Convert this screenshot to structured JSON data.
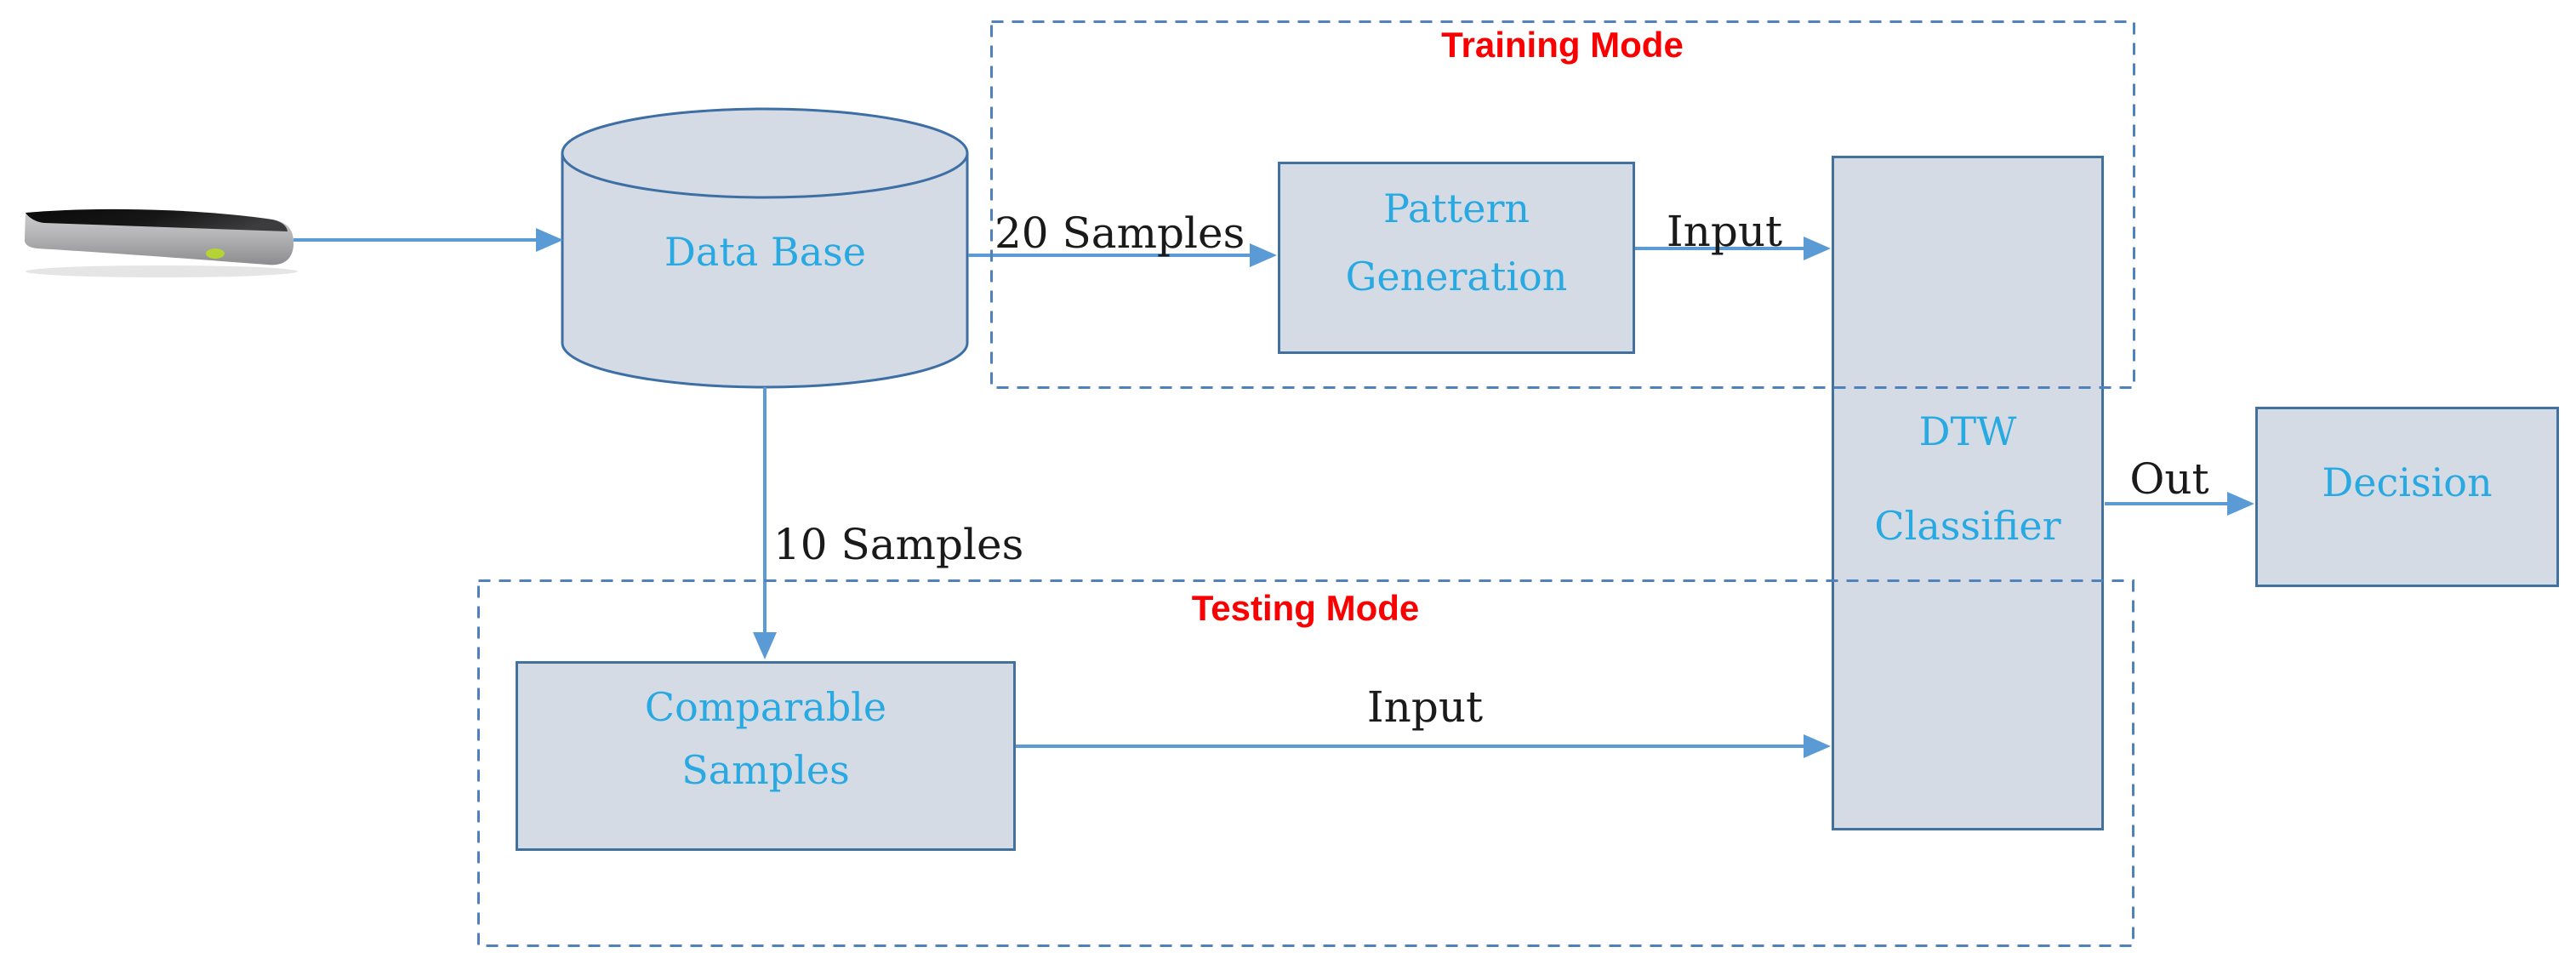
{
  "diagram": {
    "modes": {
      "training": {
        "label": "Training Mode"
      },
      "testing": {
        "label": "Testing Mode"
      }
    },
    "nodes": {
      "database": {
        "label": "Data Base"
      },
      "pattern_generation": {
        "line1": "Pattern",
        "line2": "Generation"
      },
      "dtw_classifier": {
        "line1": "DTW",
        "line2": "Classifier"
      },
      "decision": {
        "label": "Decision"
      },
      "comparable_samples": {
        "line1": "Comparable",
        "line2": "Samples"
      }
    },
    "edges": {
      "database_to_pattern": {
        "label": "20 Samples"
      },
      "pattern_to_dtw": {
        "label": "Input"
      },
      "dtw_to_decision": {
        "label": "Out"
      },
      "database_to_comparable": {
        "label": "10 Samples"
      },
      "comparable_to_dtw": {
        "label": "Input"
      }
    },
    "icons": {
      "sensor": "leap-motion-sensor-icon",
      "database": "database-cylinder-icon"
    },
    "colors": {
      "node_fill": "#d5dbe4",
      "node_border": "#41719c",
      "dashed_boundary": "#4f81bd",
      "arrow": "#5b9bd5",
      "node_text": "#29a9e2",
      "mode_text": "#fb0000",
      "edge_text": "#1a1a1a",
      "device_led": "#b5d334"
    }
  }
}
